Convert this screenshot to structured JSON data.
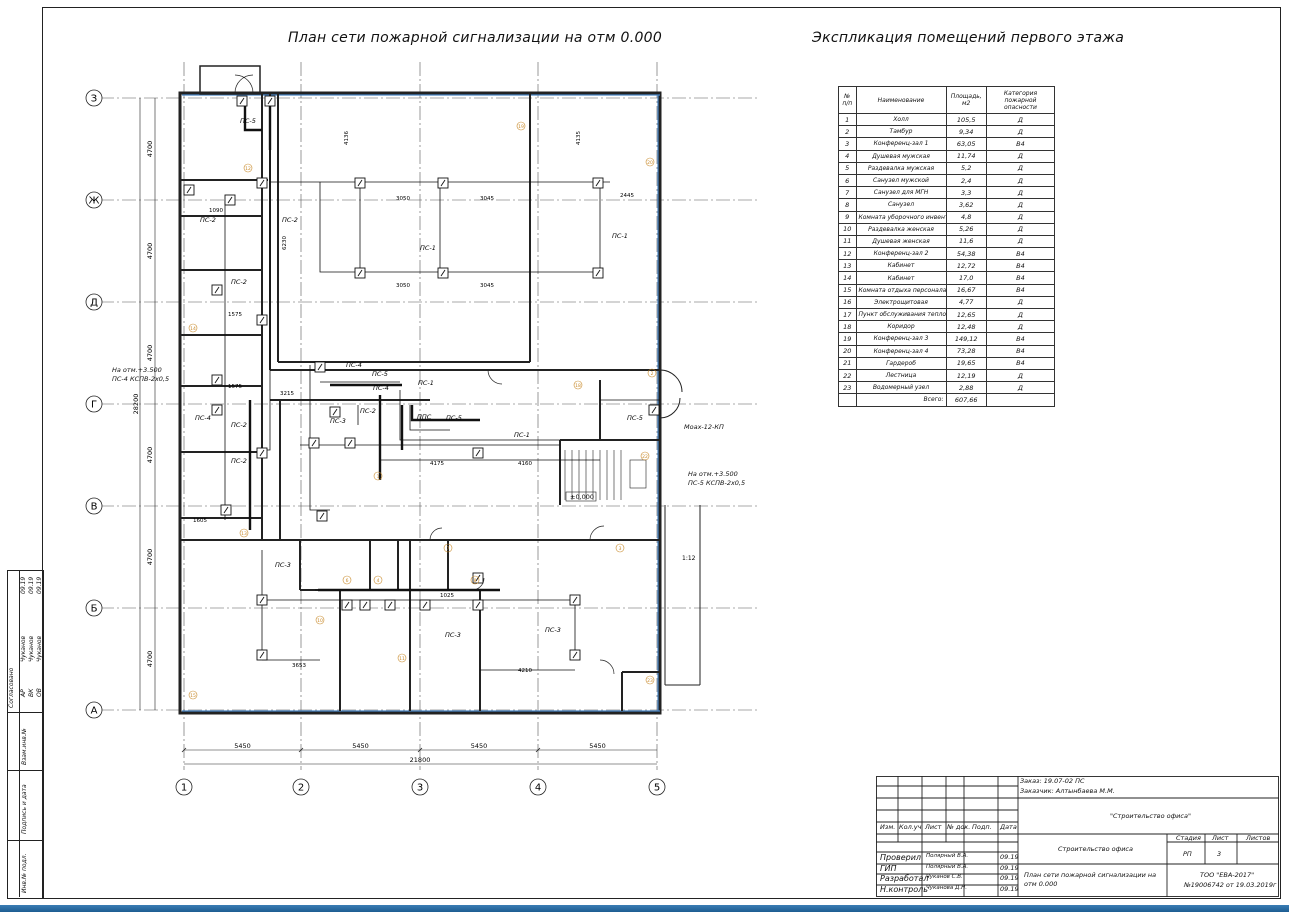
{
  "plan_title": "План сети пожарной сигнализации на отм 0.000",
  "explication_title": "Экспликация помещений первого этажа",
  "table": {
    "headers": [
      "№ п/п",
      "Наименование",
      "Площадь, м2",
      "Категория пожарной опасности"
    ],
    "rows": [
      [
        "1",
        "Холл",
        "105,5",
        "Д"
      ],
      [
        "2",
        "Тамбур",
        "9,34",
        "Д"
      ],
      [
        "3",
        "Конференц-зал 1",
        "63,05",
        "В4"
      ],
      [
        "4",
        "Душевая мужская",
        "11,74",
        "Д"
      ],
      [
        "5",
        "Раздевалка мужская",
        "5,2",
        "Д"
      ],
      [
        "6",
        "Санузел мужской",
        "2,4",
        "Д"
      ],
      [
        "7",
        "Санузел для МГН",
        "3,3",
        "Д"
      ],
      [
        "8",
        "Санузел",
        "3,62",
        "Д"
      ],
      [
        "9",
        "Комната уборочного инвентаря",
        "4,8",
        "Д"
      ],
      [
        "10",
        "Раздевалка женская",
        "5,26",
        "Д"
      ],
      [
        "11",
        "Душевая женская",
        "11,6",
        "Д"
      ],
      [
        "12",
        "Конференц-зал 2",
        "54,38",
        "В4"
      ],
      [
        "13",
        "Кабинет",
        "12,72",
        "В4"
      ],
      [
        "14",
        "Кабинет",
        "17,0",
        "В4"
      ],
      [
        "15",
        "Комната отдыха персонала",
        "16,67",
        "В4"
      ],
      [
        "16",
        "Электрощитовая",
        "4,77",
        "Д"
      ],
      [
        "17",
        "Пункт обслуживания теплоснабжения",
        "12,65",
        "Д"
      ],
      [
        "18",
        "Коридор",
        "12,48",
        "Д"
      ],
      [
        "19",
        "Конференц-зал 3",
        "149,12",
        "В4"
      ],
      [
        "20",
        "Конференц-зал 4",
        "73,28",
        "В4"
      ],
      [
        "21",
        "Гардероб",
        "19,65",
        "В4"
      ],
      [
        "22",
        "Лестница",
        "12,19",
        "Д"
      ],
      [
        "23",
        "Водомерный узел",
        "2,88",
        "Д"
      ]
    ],
    "total_label": "Всего:",
    "total_value": "607,66"
  },
  "axes": {
    "rows": [
      "З",
      "Ж",
      "Д",
      "Г",
      "В",
      "Б",
      "А"
    ],
    "cols": [
      "1",
      "2",
      "3",
      "4",
      "5"
    ],
    "spans_h": [
      "5450",
      "5450",
      "5450",
      "5450"
    ],
    "total_h": "21800",
    "spans_v": [
      "4700",
      "4700",
      "4700",
      "4700",
      "4700",
      "4700"
    ],
    "total_v": "28200"
  },
  "plan_labels": {
    "loops": [
      "ПС-1",
      "ПС-2",
      "ПС-3",
      "ПС-4",
      "ПС-5",
      "ППС"
    ],
    "note_left_1": "На отм.+3.500",
    "note_left_2": "ПС-4 КСПВ-2х0,5",
    "note_right_1": "На отм.+3.500",
    "note_right_2": "ПС-5 КСПВ-2х0,5",
    "device_label": "Моах-12-КП",
    "level_mark": "±0,000",
    "dims": [
      "3050",
      "3045",
      "2445",
      "3215",
      "4175",
      "4160",
      "3653",
      "4210",
      "1605",
      "1090",
      "1025",
      "1575",
      "6230",
      "4136",
      "4135",
      "1:12"
    ]
  },
  "stamp": {
    "order": "Заказ: 19.07-02 ПС",
    "customer": "Заказчик: Алтынбаева М.М.",
    "project": "\"Строительство офиса\"",
    "object": "Строительство офиса",
    "sheet_title": "План сети пожарной сигнализации на отм 0.000",
    "company": "ТОО \"ЕВА-2017\"",
    "license": "№19006742 от 19.03.2019г",
    "col_headers": [
      "Изм.",
      "Кол.уч",
      "Лист",
      "№ док.",
      "Подп.",
      "Дата"
    ],
    "stage_headers": [
      "Стадия",
      "Лист",
      "Листов"
    ],
    "stage_values": [
      "РП",
      "3",
      ""
    ],
    "people": [
      {
        "role": "Проверил",
        "name": "Полярный В.А.",
        "date": "09.19"
      },
      {
        "role": "ГИП",
        "name": "Полярный В.А.",
        "date": "09.19"
      },
      {
        "role": "Разработал",
        "name": "Чуканов С.В.",
        "date": "09.19"
      },
      {
        "role": "Н.контроль",
        "name": "Чуканова Д.Н.",
        "date": "09.19"
      }
    ]
  },
  "side_block": {
    "agreed": "Согласовано",
    "inv_replace": "Взам.инв.№",
    "sign_date": "Подпись и дата",
    "inv_orig": "Инв.№ подл.",
    "codes": [
      "АР",
      "ВК",
      "ОВ"
    ],
    "names": [
      "Чуканов",
      "Чуканов",
      "Чуканов"
    ],
    "dates": [
      "09.19",
      "09.19",
      "09.19"
    ]
  },
  "colors": {
    "ink": "#111111",
    "wall": "#222222",
    "accent_line": "#4a86c5",
    "room_tag": "#c98a2a",
    "bottom_bar": "#2a6fa8"
  }
}
